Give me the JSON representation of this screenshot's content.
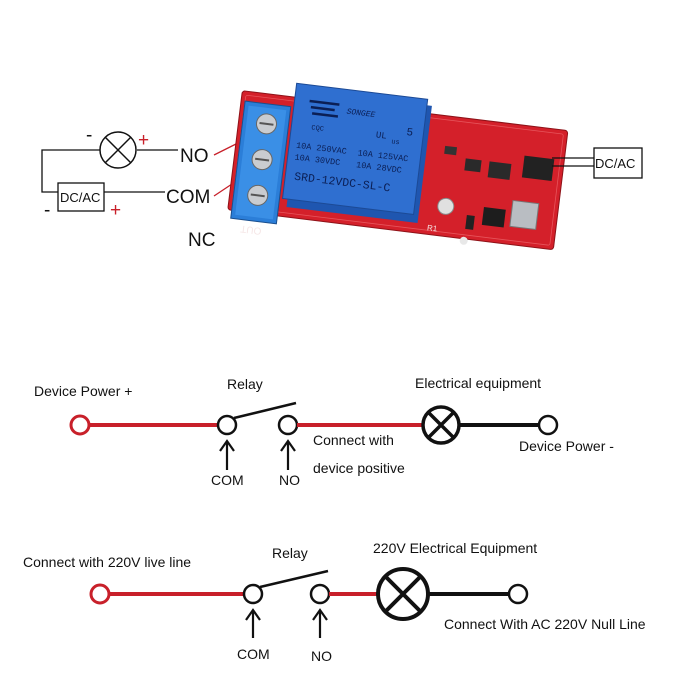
{
  "colors": {
    "wire_red": "#c8202a",
    "wire_black": "#111111",
    "pcb_red": "#d4202a",
    "relay_blue": "#2f6fd0",
    "terminal_blue": "#2b7ed8"
  },
  "module": {
    "terminals": {
      "no": "NO",
      "com": "COM",
      "nc": "NC"
    },
    "source_left": "DC/AC",
    "source_right": "DC/AC",
    "polarity": {
      "plus": "+",
      "minus": "-"
    },
    "relay": {
      "brand": "SONGEE",
      "cert_cqc": "CQC",
      "cert_ul": "UL",
      "cert_us": "us",
      "code": "5",
      "rating_ac_1": "10A 250VAC",
      "rating_ac_2": "10A 125VAC",
      "rating_dc_1": "10A 30VDC",
      "rating_dc_2": "10A 28VDC",
      "model": "SRD-12VDC-SL-C"
    },
    "board_print": {
      "out": "OUT",
      "r1": "R1"
    }
  },
  "dc_diagram": {
    "device_power_plus": "Device Power +",
    "relay": "Relay",
    "equipment": "Electrical equipment",
    "connect_line1": "Connect with",
    "connect_line2": "device positive",
    "device_power_minus": "Device Power -",
    "com": "COM",
    "no": "NO"
  },
  "ac_diagram": {
    "live": "Connect with 220V live line",
    "relay": "Relay",
    "equipment": "220V Electrical Equipment",
    "null_line": "Connect With AC 220V Null Line",
    "com": "COM",
    "no": "NO"
  }
}
